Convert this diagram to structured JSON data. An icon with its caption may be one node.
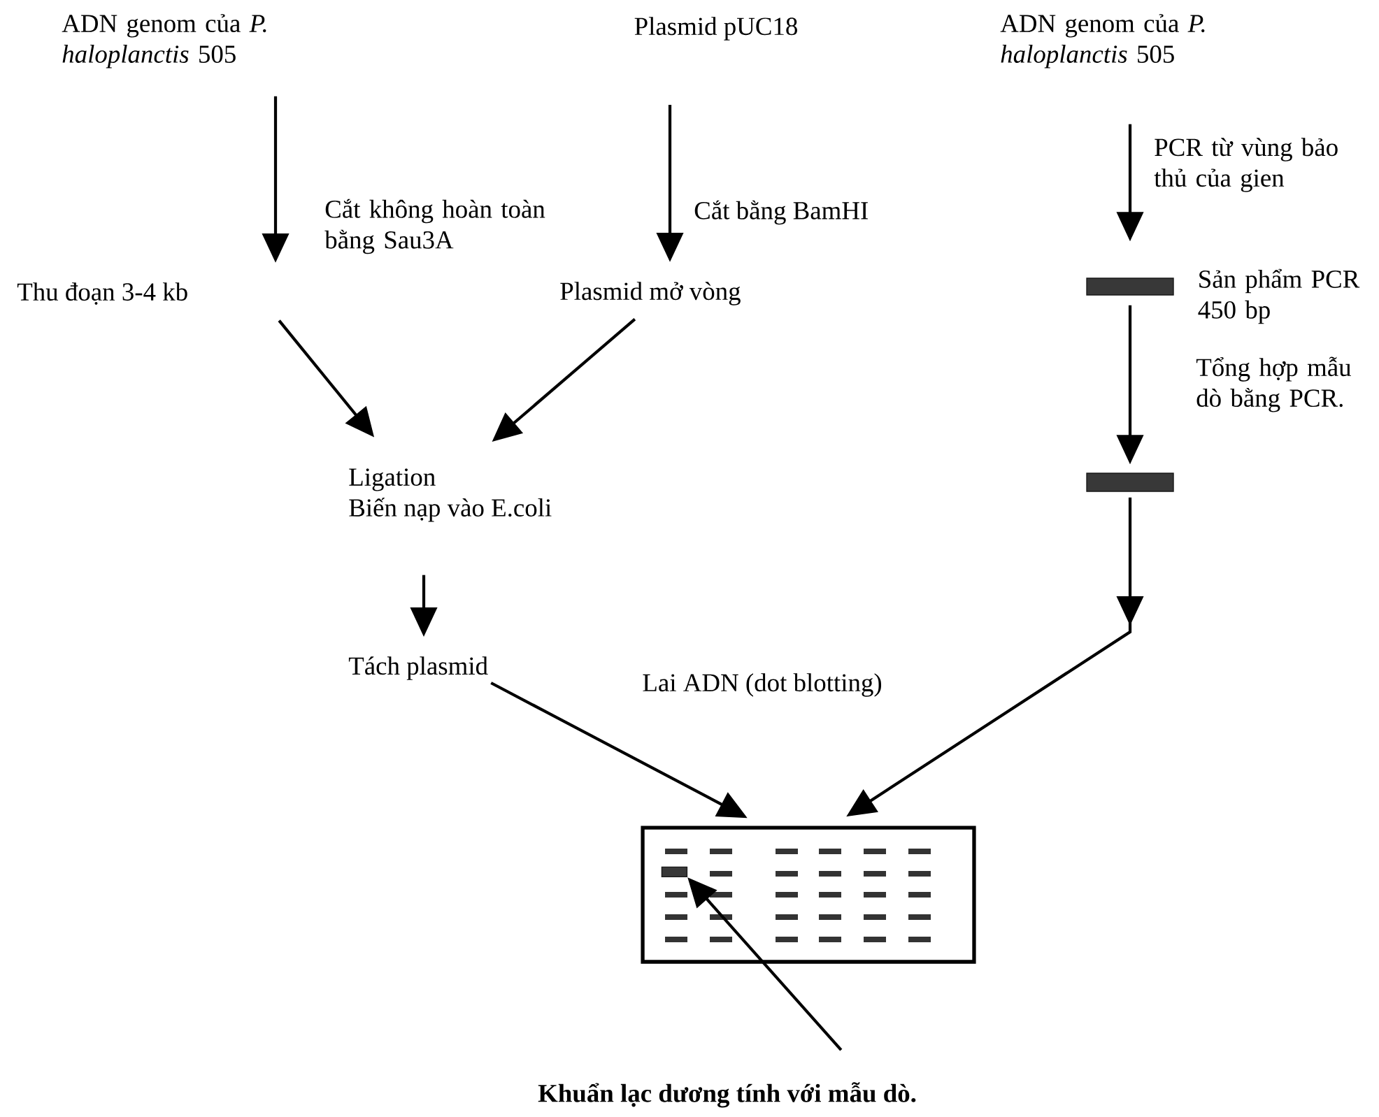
{
  "diagram": {
    "nodes": [
      {
        "text": [
          "ADN genom của *P. haloplanctis* 505"
        ]
      },
      {
        "text": [
          "Plasmid pUC18"
        ]
      },
      {
        "text": [
          "ADN genom của *P. haloplanctis* 505"
        ]
      },
      {
        "text": [
          "Thu đoạn 3-4 kb"
        ]
      },
      {
        "text": [
          "Plasmid mở vòng"
        ]
      },
      {
        "text": [],
        "shape": "bar",
        "beside": [
          "Sản phẩm PCR 450 bp"
        ]
      },
      {
        "text": [],
        "shape": "bar"
      },
      {
        "text": [
          "Ligation",
          "Biến nạp vào E.coli"
        ]
      },
      {
        "text": [
          "Tách plasmid"
        ]
      },
      {
        "text": [],
        "shape": "box"
      },
      {
        "text": [],
        "shape": "bar",
        "in": 9
      },
      {
        "text": [
          "Khuẩn lạc dương tính  với mẫu dò."
        ]
      }
    ],
    "edges": [
      {
        "from": 0,
        "to": 3,
        "arrow": "to",
        "label": "Cắt không hoàn toàn bằng Sau3A"
      },
      {
        "from": 1,
        "to": 4,
        "arrow": "to",
        "label": "Cắt bằng BamHI"
      },
      {
        "from": 2,
        "to": 5,
        "arrow": "to",
        "label": "PCR từ vùng bảo thủ của gien"
      },
      {
        "from": 5,
        "to": 6,
        "arrow": "to",
        "label": "Tổng hợp mẫu dò bằng PCR."
      },
      {
        "from": 3,
        "to": 7,
        "arrow": "to"
      },
      {
        "from": 4,
        "to": 7,
        "arrow": "to"
      },
      {
        "from": 7,
        "to": 8,
        "arrow": "to"
      },
      {
        "from": 8,
        "to": 9,
        "arrow": "to"
      },
      {
        "from": 6,
        "to": 9,
        "arrow": "to"
      },
      {
        "from": 11,
        "to": 10,
        "arrow": "to"
      }
    ],
    "labels": [
      "Lai ADN (dot blotting)"
    ]
  }
}
